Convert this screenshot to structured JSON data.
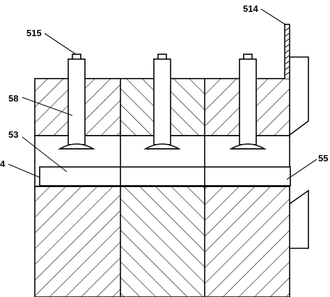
{
  "labels": {
    "l514": "514",
    "l515": "515",
    "l58": "58",
    "l53": "53",
    "l4": "4",
    "l55": "55"
  }
}
